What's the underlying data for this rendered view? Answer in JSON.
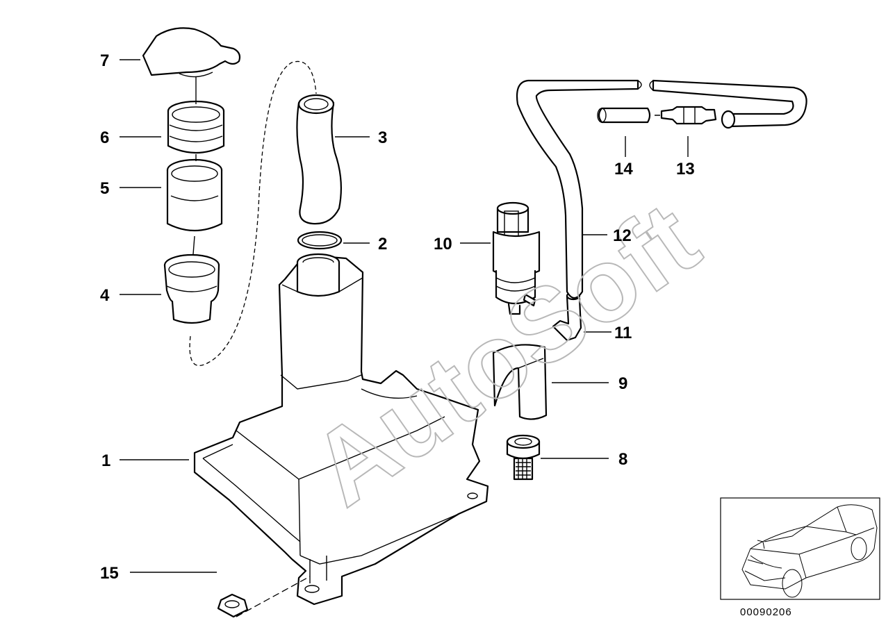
{
  "diagram": {
    "watermark": "AutoSoft",
    "drawing_code": "00090206",
    "callouts": [
      {
        "id": "c1",
        "label": "1"
      },
      {
        "id": "c2",
        "label": "2"
      },
      {
        "id": "c3",
        "label": "3"
      },
      {
        "id": "c4",
        "label": "4"
      },
      {
        "id": "c5",
        "label": "5"
      },
      {
        "id": "c6",
        "label": "6"
      },
      {
        "id": "c7",
        "label": "7"
      },
      {
        "id": "c8",
        "label": "8"
      },
      {
        "id": "c9",
        "label": "9"
      },
      {
        "id": "c10",
        "label": "10"
      },
      {
        "id": "c11",
        "label": "11"
      },
      {
        "id": "c12",
        "label": "12"
      },
      {
        "id": "c13",
        "label": "13"
      },
      {
        "id": "c14",
        "label": "14"
      },
      {
        "id": "c15",
        "label": "15"
      }
    ]
  }
}
